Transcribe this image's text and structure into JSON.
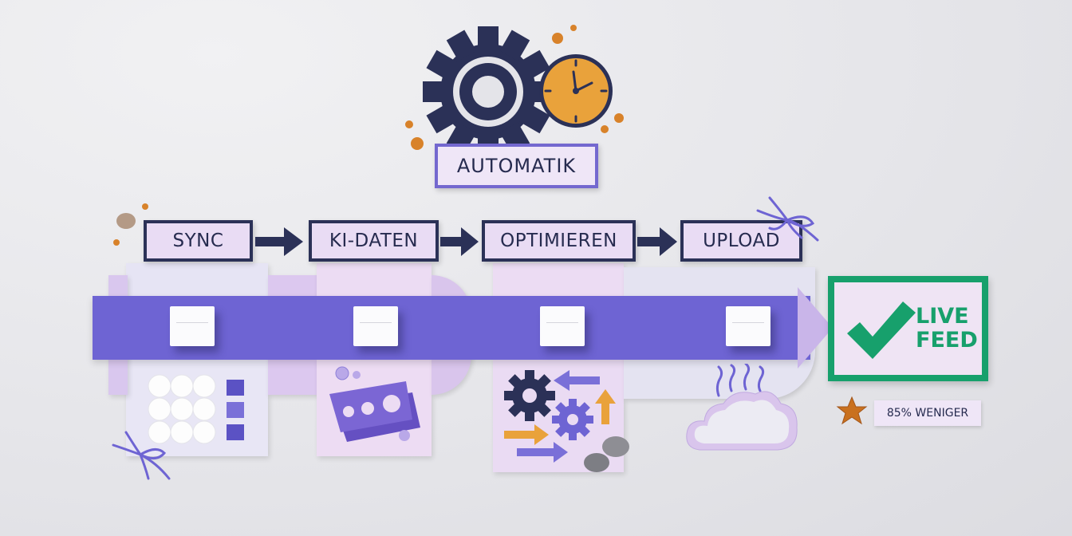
{
  "title": "AUTOMATIK",
  "steps": [
    {
      "label": "SYNC"
    },
    {
      "label": "KI-DATEN"
    },
    {
      "label": "OPTIMIEREN"
    },
    {
      "label": "UPLOAD"
    }
  ],
  "result": {
    "line1": "LIVE",
    "line2": "FEED"
  },
  "savings": "85% WENIGER",
  "colors": {
    "navy": "#2b3157",
    "purple": "#6e64d3",
    "lavender": "#e9dcf4",
    "green": "#17a06c",
    "amber": "#e9a23b"
  },
  "icons": [
    "gear-icon",
    "clock-icon",
    "arrow-right-icon",
    "cube-icon",
    "cotton-balls-icon",
    "felt-plate-icon",
    "gear-arrows-icon",
    "cloud-icon",
    "checkmark-icon",
    "star-icon"
  ]
}
